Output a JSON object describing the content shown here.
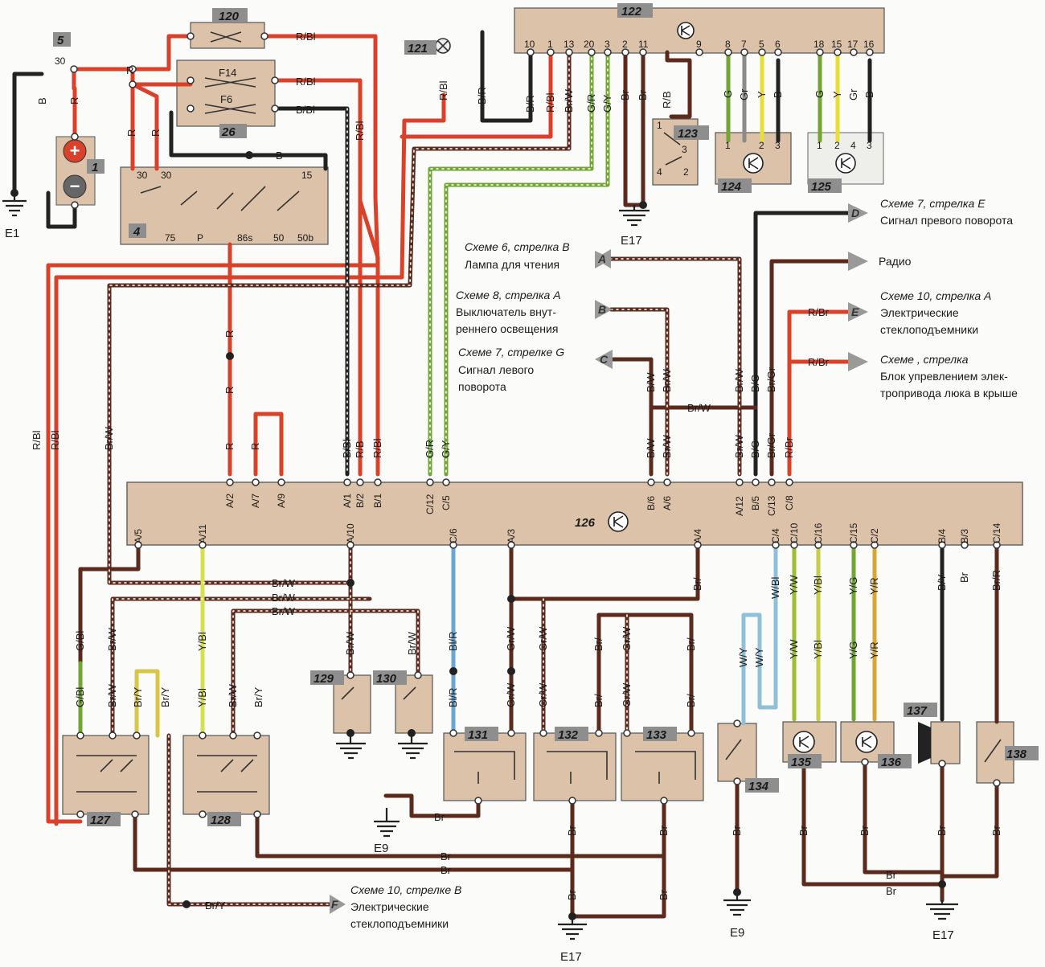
{
  "components": {
    "battery": "1",
    "ignition_switch": "4",
    "fusebox_main": "5",
    "fusebox_26": "26",
    "fuse_120": "120",
    "lamp_121": "121",
    "module_122": "122",
    "relay_123": "123",
    "sensor_124": "124",
    "sensor_125": "125",
    "central_unit_126": "126",
    "switch_127": "127",
    "switch_128": "128",
    "switch_129": "129",
    "switch_130": "130",
    "unit_131": "131",
    "unit_132": "132",
    "unit_133": "133",
    "switch_134": "134",
    "sensor_135": "135",
    "sensor_136": "136",
    "buzzer_137": "137",
    "switch_138": "138"
  },
  "fuses": {
    "f14": "F14",
    "f6": "F6"
  },
  "grounds": {
    "e1": "E1",
    "e9_a": "E9",
    "e9_b": "E9",
    "e17_a": "E17",
    "e17_b": "E17",
    "e17_c": "E17"
  },
  "ignition_pins": {
    "p30a": "30",
    "p30b": "30",
    "p15": "15",
    "p75": "75",
    "pP": "P",
    "p86s": "86s",
    "p50": "50",
    "p50b": "50b"
  },
  "battery_term": "30",
  "module122_pins": [
    "10",
    "1",
    "13",
    "20",
    "3",
    "2",
    "11",
    "9",
    "8",
    "7",
    "5",
    "6",
    "18",
    "15",
    "17",
    "16"
  ],
  "sensor124_pins": [
    "1",
    "2",
    "3"
  ],
  "sensor125_pins": [
    "1",
    "2",
    "4",
    "3"
  ],
  "relay123_pins": [
    "1",
    "3",
    "4",
    "2"
  ],
  "unit126_top_pins": [
    "A/2",
    "A/7",
    "A/9",
    "A/1",
    "B/2",
    "B/1",
    "C/12",
    "C/5",
    "B/6",
    "A/6",
    "A/12",
    "B/5",
    "C/13",
    "C/8"
  ],
  "unit126_bottom_pins": [
    "A/5",
    "A/11",
    "A/10",
    "C/6",
    "A/3",
    "A/4",
    "C/4",
    "C/10",
    "C/16",
    "C/15",
    "C/2",
    "B/4",
    "B/3",
    "C/14"
  ],
  "wire_labels": {
    "R": "R",
    "B": "B",
    "RBl": "R/Bl",
    "BBl": "B/Bl",
    "BR": "B/R",
    "RB": "R/B",
    "BrW": "Br/W",
    "GR": "G/R",
    "GY": "G/Y",
    "Br": "Br",
    "RBr": "R/Br",
    "BG": "B/G",
    "BrGr": "Br/Gr",
    "G": "G",
    "Gr": "Gr",
    "Y": "Y",
    "GBl": "G/Bl",
    "BrY": "Br/Y",
    "YBl": "Y/Bl",
    "BlR": "Bl/R",
    "GrW": "Gr/W",
    "Brslash": "Br/",
    "WBl": "W/Bl",
    "WY": "W/Y",
    "YW": "Y/W",
    "YG": "Y/G",
    "YR": "Y/R",
    "BY": "B/Y",
    "BrR": "Br/R",
    "RBslash": "R/B"
  },
  "arrows": {
    "A": {
      "letter": "A",
      "ref": "Схеме 6, стрелка В",
      "text1": "Лампа для чтения",
      "text2": ""
    },
    "B": {
      "letter": "B",
      "ref": "Схеме 8, стрелка А",
      "text1": "Выключатель внут-",
      "text2": "реннего освещения"
    },
    "C": {
      "letter": "C",
      "ref": "Схеме 7, стрелке G",
      "text1": "Сигнал левого",
      "text2": "поворота"
    },
    "D": {
      "letter": "D",
      "ref": "Схеме 7, стрелка Е",
      "text1": "Сигнал превого поворота",
      "text2": ""
    },
    "R": {
      "letter": "",
      "ref": "",
      "text1": "Радио",
      "text2": ""
    },
    "E": {
      "letter": "E",
      "ref": "Схеме 10, стрелка А",
      "text1": "Электрические",
      "text2": "стеклоподъемники"
    },
    "X": {
      "letter": "",
      "ref": "Схеме , стрелка",
      "text1": "Блок упревлением элек-",
      "text2": "тропривода люка в крыше"
    },
    "F": {
      "letter": "F",
      "ref": "Схеме 10, стрелке В",
      "text1": "Электрические",
      "text2": "стеклоподъемники"
    }
  },
  "colors": {
    "red": "#d9412b",
    "black": "#222222",
    "brown": "#5b2a1d",
    "green": "#72a531",
    "yellow": "#e6df3a",
    "blue": "#6aa6d4",
    "grey": "#8a8a8a",
    "tan": "#dcc2a8"
  }
}
